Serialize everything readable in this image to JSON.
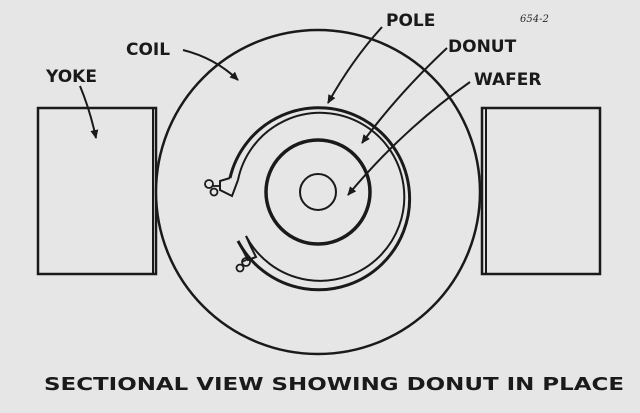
{
  "labels": {
    "yoke": "YOKE",
    "coil": "COIL",
    "pole": "POLE",
    "donut": "DONUT",
    "wafer": "WAFER"
  },
  "reference_mark": "654-2",
  "caption": "SECTIONAL VIEW SHOWING DONUT IN PLACE",
  "colors": {
    "background": "#e6e6e6",
    "ink": "#1a1a1a"
  }
}
